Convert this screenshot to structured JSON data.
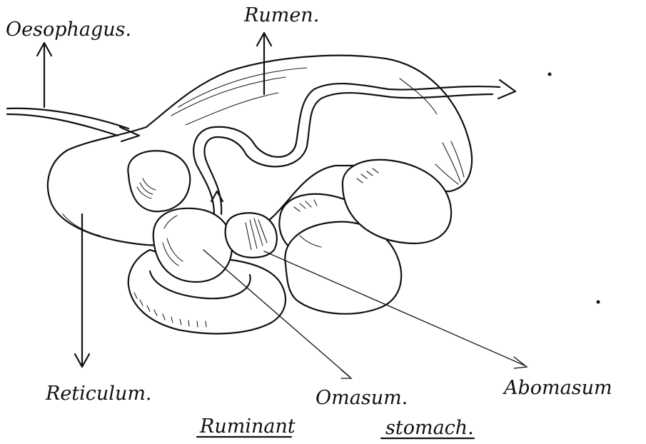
{
  "labels": {
    "oesophagus": "Oesophagus.",
    "rumen": "Rumen.",
    "reticulum": "Reticulum.",
    "omasum": "Omasum.",
    "abomasum": "Abomasum"
  },
  "title": {
    "word1": "Ruminant",
    "word2": "stomach."
  }
}
